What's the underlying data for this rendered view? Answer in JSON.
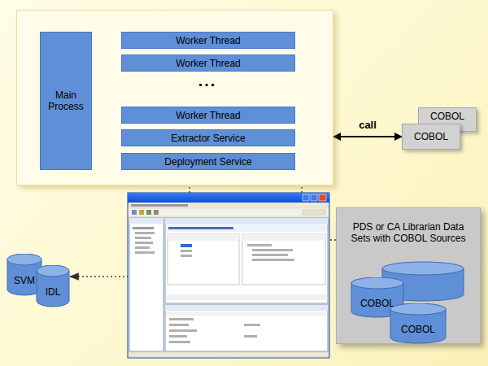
{
  "diagram": {
    "nodes": [
      {
        "text": []
      },
      {
        "text": [
          "Main Process"
        ],
        "in": 0
      },
      {
        "text": [
          "Worker Thread"
        ],
        "in": 0
      },
      {
        "text": [
          "Worker Thread"
        ],
        "in": 0
      },
      {
        "text": [
          "Worker Thread"
        ],
        "in": 0
      },
      {
        "text": [
          "Extractor Service"
        ],
        "in": 0
      },
      {
        "text": [
          "Deployment Service"
        ],
        "in": 0
      },
      {
        "text": [
          "COBOL"
        ]
      },
      {
        "text": [
          "COBOL"
        ]
      },
      {
        "text": [
          "SVM"
        ]
      },
      {
        "text": [
          "IDL"
        ]
      },
      {
        "text": [
          "PDS or CA Librarian Data Sets with COBOL Sources"
        ]
      },
      {
        "text": [
          "COBOL"
        ],
        "in": 11
      },
      {
        "text": [
          "COBOL"
        ],
        "in": 11
      }
    ],
    "edges": [
      {
        "from": 0,
        "to": 8,
        "label": "call",
        "arrow": "both"
      },
      {
        "from": 5,
        "to": 10,
        "arrow": "to"
      },
      {
        "from": 11,
        "to": 5,
        "arrow": "to"
      }
    ],
    "labels": [
      "..."
    ]
  }
}
